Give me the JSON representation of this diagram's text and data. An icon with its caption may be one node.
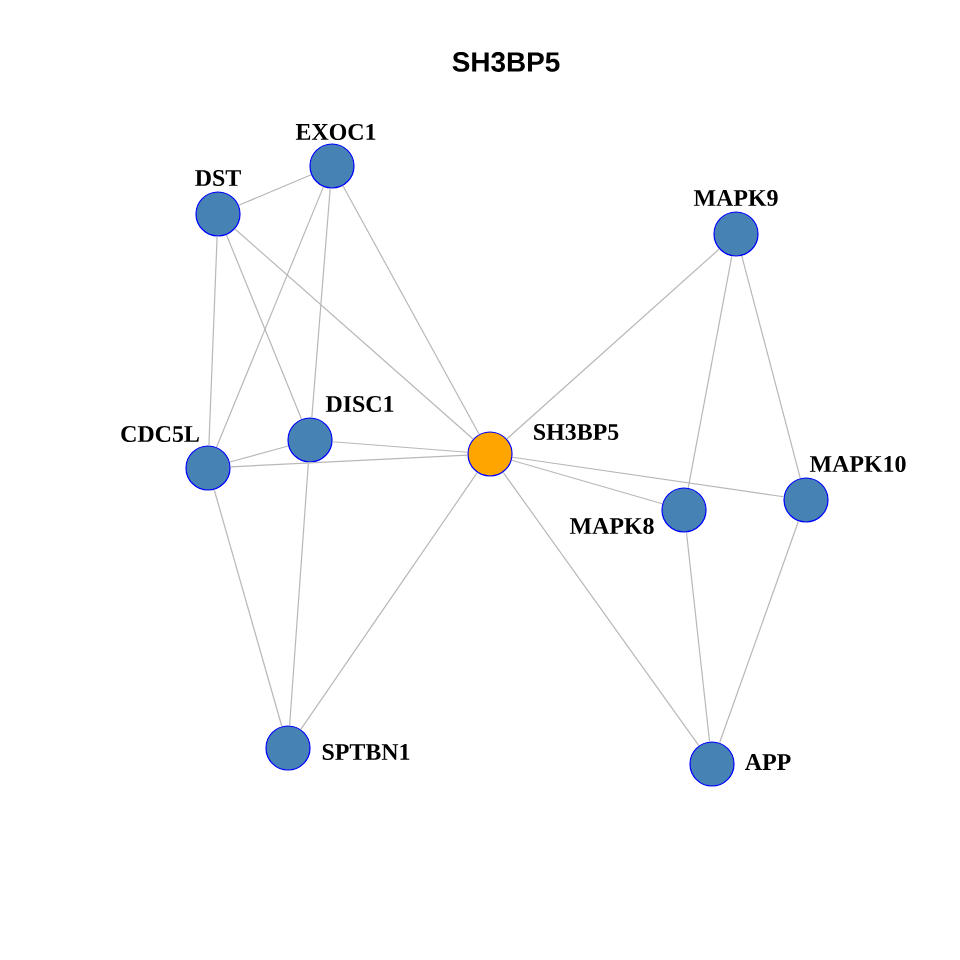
{
  "diagram": {
    "title": "SH3BP5",
    "nodes": [
      {
        "text": [
          "EXOC1"
        ]
      },
      {
        "text": [
          "DST"
        ]
      },
      {
        "text": [
          "MAPK9"
        ]
      },
      {
        "text": [
          "CDC5L"
        ]
      },
      {
        "text": [
          "DISC1"
        ]
      },
      {
        "text": [
          "SH3BP5"
        ]
      },
      {
        "text": [
          "MAPK8"
        ]
      },
      {
        "text": [
          "MAPK10"
        ]
      },
      {
        "text": [
          "SPTBN1"
        ]
      },
      {
        "text": [
          "APP"
        ]
      }
    ],
    "edges": [
      {
        "from": 0,
        "to": 1,
        "arrow": "none"
      },
      {
        "from": 0,
        "to": 3,
        "arrow": "none"
      },
      {
        "from": 0,
        "to": 4,
        "arrow": "none"
      },
      {
        "from": 0,
        "to": 5,
        "arrow": "none"
      },
      {
        "from": 1,
        "to": 3,
        "arrow": "none"
      },
      {
        "from": 1,
        "to": 4,
        "arrow": "none"
      },
      {
        "from": 1,
        "to": 5,
        "arrow": "none"
      },
      {
        "from": 3,
        "to": 4,
        "arrow": "none"
      },
      {
        "from": 3,
        "to": 5,
        "arrow": "none"
      },
      {
        "from": 4,
        "to": 5,
        "arrow": "none"
      },
      {
        "from": 3,
        "to": 8,
        "arrow": "none"
      },
      {
        "from": 4,
        "to": 8,
        "arrow": "none"
      },
      {
        "from": 5,
        "to": 8,
        "arrow": "none"
      },
      {
        "from": 5,
        "to": 2,
        "arrow": "none"
      },
      {
        "from": 5,
        "to": 6,
        "arrow": "none"
      },
      {
        "from": 5,
        "to": 7,
        "arrow": "none"
      },
      {
        "from": 5,
        "to": 9,
        "arrow": "none"
      },
      {
        "from": 2,
        "to": 6,
        "arrow": "none"
      },
      {
        "from": 2,
        "to": 7,
        "arrow": "none"
      },
      {
        "from": 6,
        "to": 9,
        "arrow": "none"
      },
      {
        "from": 7,
        "to": 9,
        "arrow": "none"
      }
    ]
  }
}
